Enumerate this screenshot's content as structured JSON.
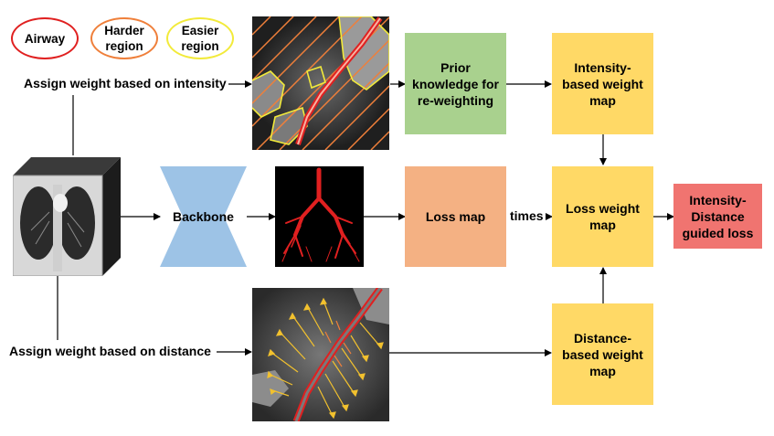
{
  "legend": {
    "airway": "Airway",
    "harder": "Harder\nregion",
    "easier": "Easier\nregion"
  },
  "labels": {
    "intensity_branch": "Assign weight based on intensity",
    "distance_branch": "Assign weight based on distance",
    "times": "times"
  },
  "boxes": {
    "prior": "Prior\nknowledge for\nre-weighting",
    "intensity_map": "Intensity-\nbased weight\nmap",
    "backbone": "Backbone",
    "loss_map": "Loss map",
    "loss_weight_map": "Loss weight\nmap",
    "final_loss": "Intensity-\nDistance\nguided loss",
    "distance_map": "Distance-\nbased weight\nmap"
  },
  "colors": {
    "airway": "#e02020",
    "harder": "#ef7f3a",
    "easier": "#f2ea3a",
    "prior_box": "#a9d18e",
    "weight_box": "#ffd966",
    "loss_map_box": "#f4b183",
    "final_box": "#f07470",
    "backbone": "#9dc3e6"
  }
}
